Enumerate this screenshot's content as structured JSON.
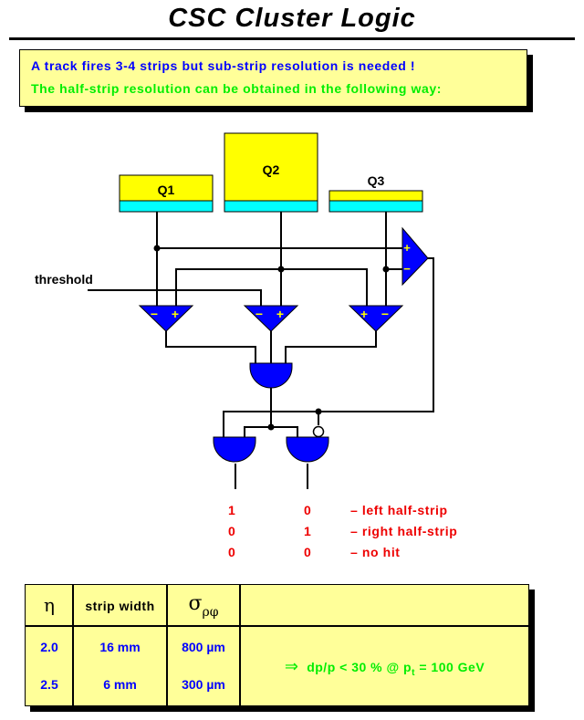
{
  "title": "CSC Cluster Logic",
  "intro": {
    "line1": "A track fires 3-4 strips but sub-strip resolution is needed !",
    "line2": "The half-strip resolution can be obtained in the following way:"
  },
  "diagram": {
    "strips": [
      {
        "label": "Q1",
        "charge_level": "medium"
      },
      {
        "label": "Q2",
        "charge_level": "high"
      },
      {
        "label": "Q3",
        "charge_level": "low"
      }
    ],
    "threshold_label": "threshold",
    "comparator_signs": {
      "left": [
        "−",
        "+"
      ],
      "middle": [
        "−",
        "+"
      ],
      "right": [
        "+",
        "−"
      ],
      "side": [
        "+",
        "−"
      ]
    },
    "gates": [
      "AND (local maximum)",
      "AND (left half-strip)",
      "AND with inverted input (right half-strip)"
    ],
    "colors": {
      "strip_top": "#ffff00",
      "strip_base": "#00ffff",
      "gate": "#0000ff",
      "sign": "#ffff00"
    }
  },
  "truth_table": [
    {
      "a": "1",
      "b": "0",
      "desc": "–  left half-strip"
    },
    {
      "a": "0",
      "b": "1",
      "desc": "–  right half-strip"
    },
    {
      "a": "0",
      "b": "0",
      "desc": "–  no hit"
    }
  ],
  "table": {
    "headers": [
      "η",
      "strip width",
      "σ",
      "ρφ"
    ],
    "rows": [
      {
        "eta": "2.0",
        "width": "16 mm",
        "sigma": "800 µm"
      },
      {
        "eta": "2.5",
        "width": "6 mm",
        "sigma": "300 µm"
      }
    ],
    "result": {
      "arrow": "⇒",
      "text": "dp/p < 30 %  @  p",
      "sub": "t",
      "tail": " = 100 GeV"
    }
  }
}
